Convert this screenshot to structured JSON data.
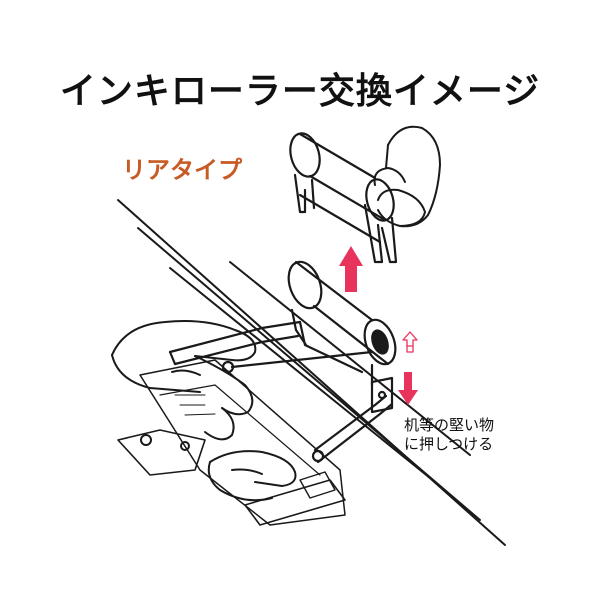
{
  "title": "インキローラー交換イメージ",
  "subtitle": "リアタイプ",
  "note": [
    "机等の堅い物",
    "に押しつける"
  ],
  "colors": {
    "up_arrow": "#e8335c",
    "down_arrow": "#e8335c",
    "subtitle": "#c85a24"
  },
  "icons": [
    "hand",
    "ink-roller",
    "roller-bracket",
    "up-arrow",
    "down-arrow"
  ]
}
